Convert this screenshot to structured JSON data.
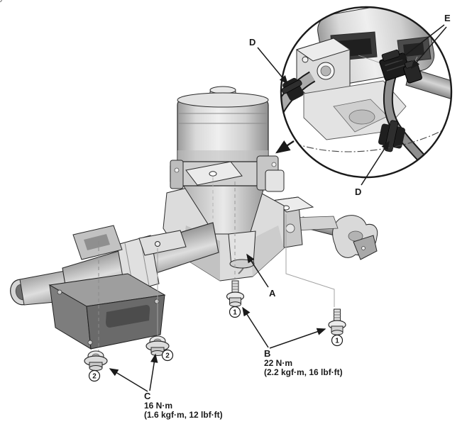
{
  "figure": {
    "description": "Exploded service-manual illustration of a steering column assembly with electric power steering motor; circular detail inset shows harness clips and connectors",
    "background_color": "#ffffff",
    "outline_color": "#2a2a2a",
    "connector_color": "#1f1f1f",
    "leader_line_color": "#a3a3a3"
  },
  "callout_labels": {
    "a": "A",
    "b": "B",
    "c": "C",
    "d_upper": "D",
    "d_lower": "D",
    "e": "E"
  },
  "torque_specs": {
    "b_line1": "22 N·m",
    "b_line2": "(2.2 kgf·m, 16 lbf·ft)",
    "c_line1": "16 N·m",
    "c_line2": "(1.6 kgf·m, 12 lbf·ft)"
  },
  "fastener_callouts": {
    "bolt_number": "1",
    "nut_number": "2"
  }
}
